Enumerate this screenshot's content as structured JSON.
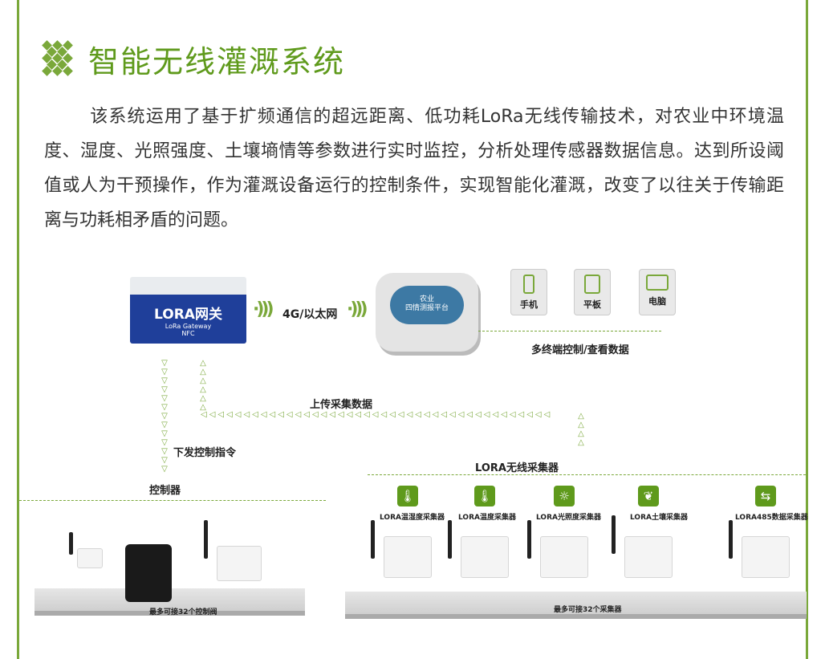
{
  "header": {
    "title": "智能无线灌溉系统",
    "logo_icon": "diamond-grid-icon"
  },
  "description": "该系统运用了基于扩频通信的超远距离、低功耗LoRa无线传输技术，对农业中环境温度、湿度、光照强度、土壤墒情等参数进行实时监控，分析处理传感器数据信息。达到所设阈值或人为干预操作，作为灌溉设备运行的控制条件，实现智能化灌溉，改变了以往关于传输距离与功耗相矛盾的问题。",
  "gateway": {
    "name": "LORA网关",
    "subtitle": "LoRa Gateway",
    "nfc": "NFC"
  },
  "network_label": "4G/以太网",
  "platform": {
    "line1": "农业",
    "line2": "四情测报平台"
  },
  "terminals": [
    {
      "label": "手机",
      "icon": "phone-icon"
    },
    {
      "label": "平板",
      "icon": "tablet-icon"
    },
    {
      "label": "电脑",
      "icon": "monitor-icon"
    }
  ],
  "terminals_caption": "多终端控制/查看数据",
  "upload_label": "上传采集数据",
  "command_label": "下发控制指令",
  "controller_label": "控制器",
  "collector_group_label": "LORA无线采集器",
  "collectors": [
    {
      "label": "LORA温湿度采集器",
      "icon": "thermometer-humidity-icon",
      "glyph": "🌡"
    },
    {
      "label": "LORA温度采集器",
      "icon": "thermometer-icon",
      "glyph": "🌡"
    },
    {
      "label": "LORA光照度采集器",
      "icon": "sun-icon",
      "glyph": "☼"
    },
    {
      "label": "LORA土壤采集器",
      "icon": "leaf-icon",
      "glyph": "❦"
    },
    {
      "label": "LORA485数据采集器",
      "icon": "exchange-icon",
      "glyph": "⇆"
    }
  ],
  "controller_caption": "最多可接32个控制阀",
  "collector_caption": "最多可接32个采集器",
  "colors": {
    "accent": "#5f9a1c",
    "border": "#7aa83a",
    "gateway": "#1f3f9a",
    "cloud": "#3d79a4"
  }
}
